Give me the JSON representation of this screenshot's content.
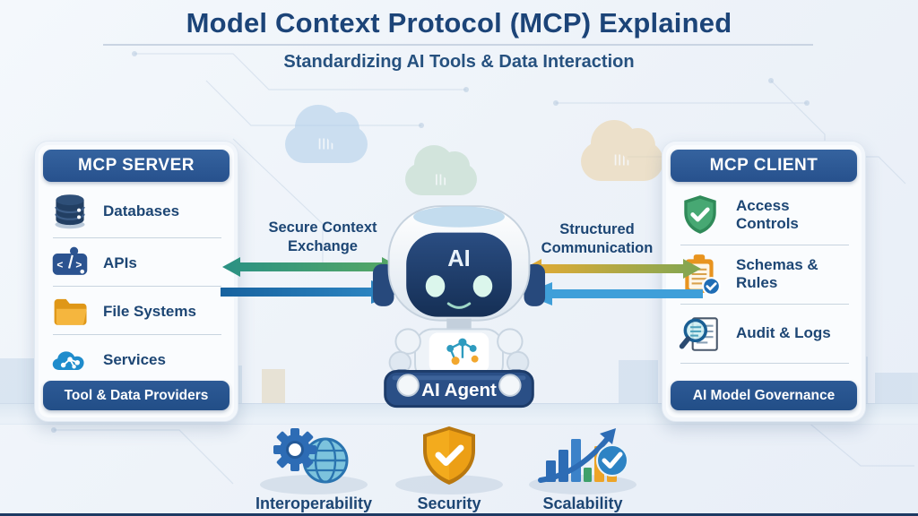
{
  "header": {
    "title": "Model Context Protocol (MCP) Explained",
    "subtitle": "Standardizing AI Tools & Data Interaction"
  },
  "server_panel": {
    "title": "MCP SERVER",
    "items": [
      {
        "label": "Databases",
        "icon": "database-icon"
      },
      {
        "label": "APIs",
        "icon": "api-code-icon"
      },
      {
        "label": "File Systems",
        "icon": "folder-icon"
      },
      {
        "label": "Services",
        "icon": "cloud-network-icon"
      }
    ],
    "footer": "Tool & Data Providers"
  },
  "client_panel": {
    "title": "MCP CLIENT",
    "items": [
      {
        "label": "Access Controls",
        "icon": "shield-check-icon"
      },
      {
        "label": "Schemas & Rules",
        "icon": "clipboard-check-icon"
      },
      {
        "label": "Audit & Logs",
        "icon": "magnifier-document-icon"
      }
    ],
    "footer": "AI Model Governance"
  },
  "center": {
    "left_link_label": "Secure Context Exchange",
    "right_link_label": "Structured Communication",
    "robot_head_label": "AI",
    "robot_name": "AI Agent"
  },
  "features": [
    {
      "label": "Interoperability",
      "icon": "gear-globe-icon"
    },
    {
      "label": "Security",
      "icon": "gold-shield-icon"
    },
    {
      "label": "Scalability",
      "icon": "growth-chart-icon"
    }
  ],
  "colors": {
    "navy_text": "#1d4674",
    "panel_header_blue": "#2d5d9e",
    "arrow_green": "#43a06e",
    "arrow_blue": "#1f78b8",
    "arrow_gold": "#e2a93c",
    "arrow_light_blue": "#3f9fd9",
    "folder_orange": "#eda427",
    "shield_green": "#3f9e6b",
    "shield_gold": "#f0a81f",
    "robot_face_navy": "#1d3d6b"
  }
}
